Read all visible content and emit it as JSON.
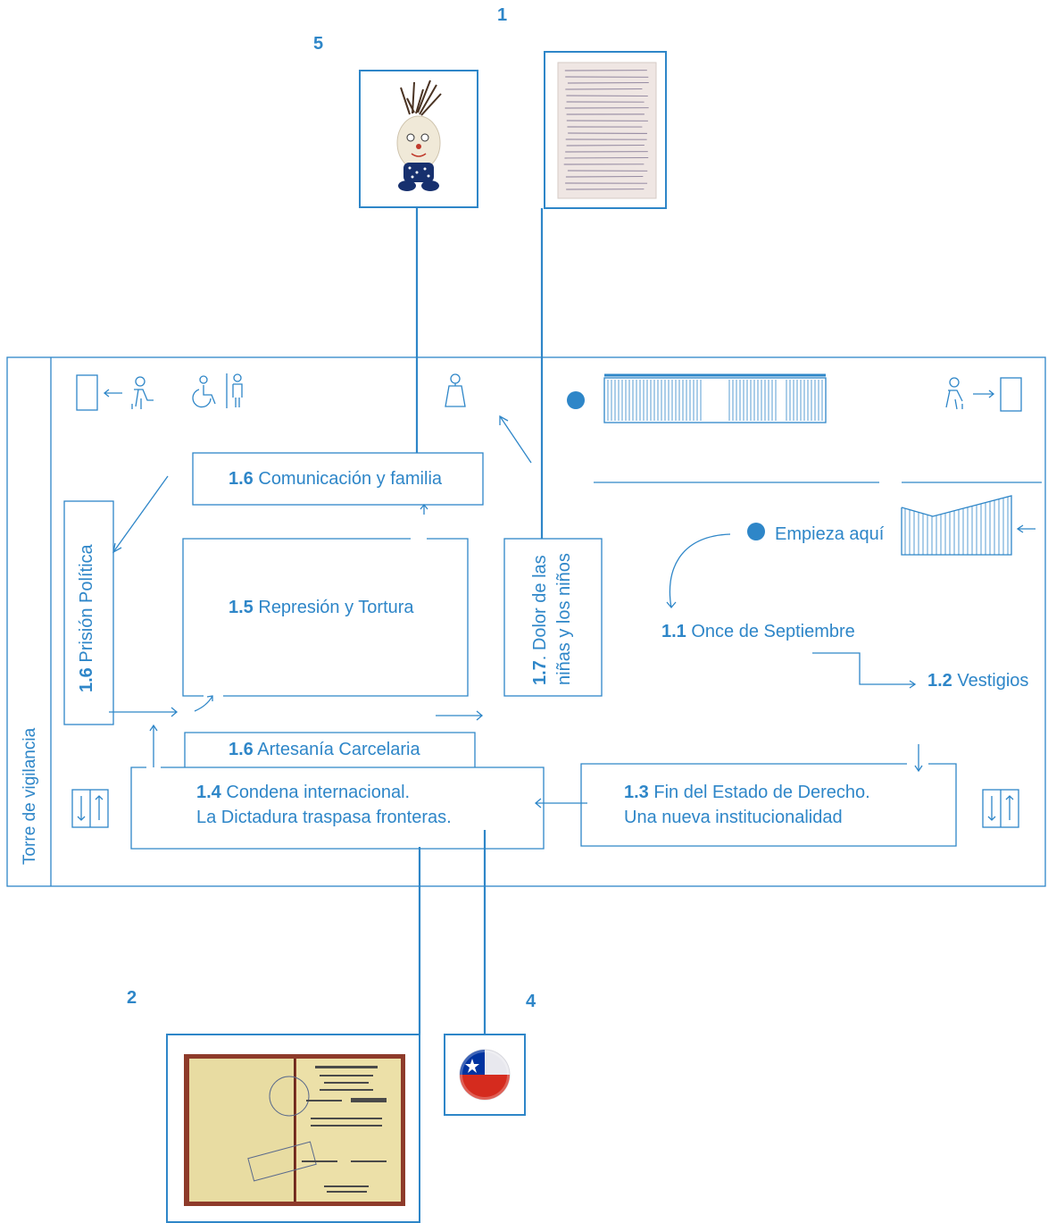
{
  "colors": {
    "accent": "#2e86c8"
  },
  "items": {
    "item1": {
      "number": "1"
    },
    "item2": {
      "number": "2"
    },
    "item4": {
      "number": "4"
    },
    "item5": {
      "number": "5"
    }
  },
  "tower": {
    "label": "Torre de vigilancia"
  },
  "rooms": {
    "comunicacion": {
      "num": "1.6",
      "text": " Comunicación y familia"
    },
    "prision": {
      "num": "1.6",
      "text": " Prisión Política"
    },
    "represion": {
      "num": "1.5",
      "text": " Represión y Tortura"
    },
    "dolor": {
      "num": "1.7",
      "text_line1": ". Dolor de las",
      "text_line2": "niñas y los niños"
    },
    "artesania": {
      "num": "1.6",
      "text": " Artesanía Carcelaria"
    },
    "condena": {
      "num": "1.4",
      "text_line1": " Condena internacional.",
      "text_line2": "La Dictadura traspasa fronteras."
    },
    "fin_estado": {
      "num": "1.3",
      "text_line1": " Fin del Estado de Derecho.",
      "text_line2": "Una nueva institucionalidad"
    },
    "once": {
      "num": "1.1",
      "text": " Once de Septiembre"
    },
    "vestigios": {
      "num": "1.2",
      "text": " Vestigios"
    }
  },
  "start": {
    "label": "Empieza aquí"
  },
  "icons": [
    "exit-door-icon",
    "accessible-toilet-icon",
    "female-toilet-icon",
    "elevator-icon",
    "stairs-icon"
  ]
}
